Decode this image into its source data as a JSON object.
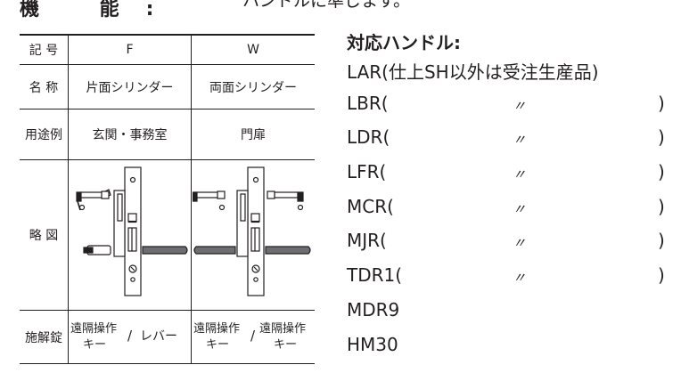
{
  "header": {
    "title": "機 能:",
    "top_text": "ハンドルに準じます。"
  },
  "spec_table": {
    "rows": [
      {
        "label": "記 号",
        "F": "F",
        "W": "W"
      },
      {
        "label": "名 称",
        "F": "片面シリンダー",
        "W": "両面シリンダー"
      },
      {
        "label": "用途例",
        "F": "玄関・事務室",
        "W": "門扉"
      },
      {
        "label": "略 図",
        "F": "",
        "W": ""
      },
      {
        "label": "施解錠",
        "F": {
          "line1": "遠隔操作",
          "line2": "キー",
          "sep": "/",
          "side": "レバー"
        },
        "W": {
          "line1a": "遠隔操作",
          "line2a": "キー",
          "sep": "/",
          "line1b": "遠隔操作",
          "line2b": "キー"
        }
      }
    ]
  },
  "handles": {
    "title": "対応ハンドル:",
    "items": [
      {
        "name": "LAR(仕上SH以外は受注生産品)",
        "ditto": "",
        "close": ""
      },
      {
        "name": "LBR(",
        "ditto": "〃",
        "close": ")"
      },
      {
        "name": "LDR(",
        "ditto": "〃",
        "close": ")"
      },
      {
        "name": "LFR(",
        "ditto": "〃",
        "close": ")"
      },
      {
        "name": "MCR(",
        "ditto": "〃",
        "close": ")"
      },
      {
        "name": "MJR(",
        "ditto": "〃",
        "close": ")"
      },
      {
        "name": "TDR1(",
        "ditto": "〃",
        "close": ")"
      },
      {
        "name": "MDR9",
        "ditto": "",
        "close": ""
      },
      {
        "name": "HM30",
        "ditto": "",
        "close": ""
      }
    ]
  }
}
